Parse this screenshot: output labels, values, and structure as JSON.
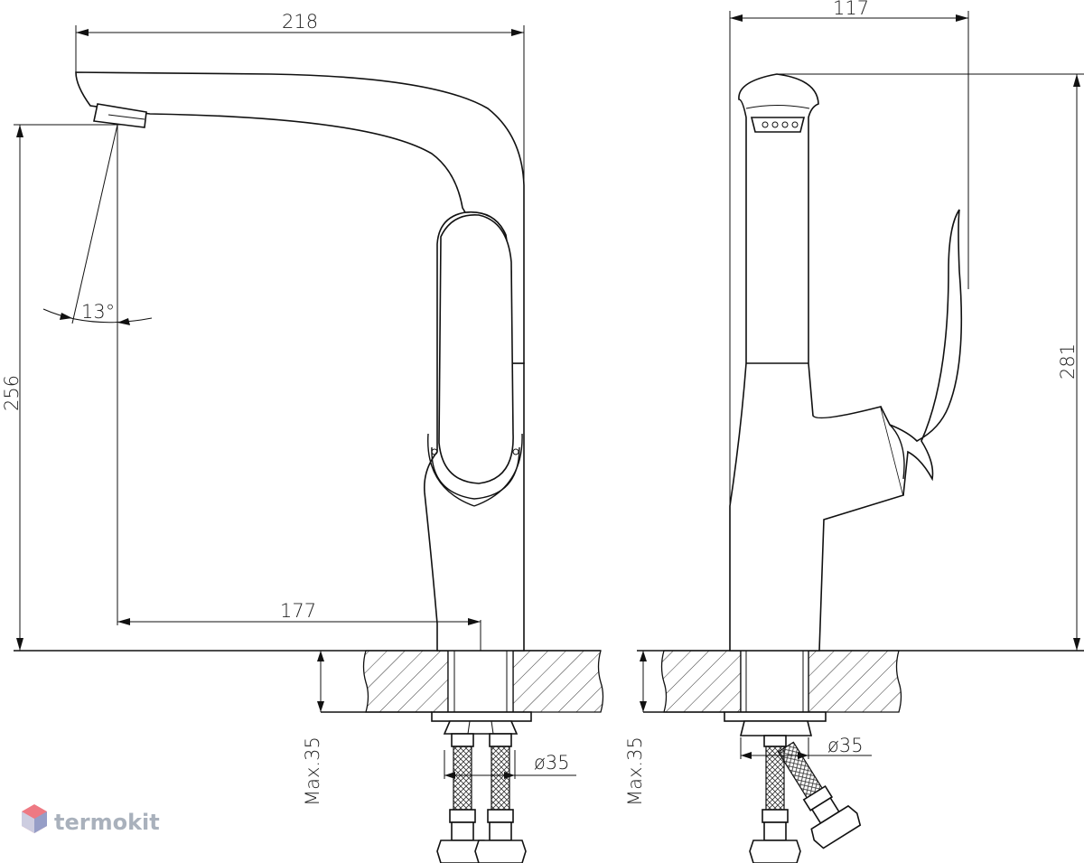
{
  "dimensions": {
    "width_front": "218",
    "width_side": "117",
    "height_spout": "256",
    "height_total": "281",
    "reach": "177",
    "angle": "13°",
    "max_thickness_left": "Max.35",
    "max_thickness_right": "Max.35",
    "hole_diameter_left": "ø35",
    "hole_diameter_right": "ø35"
  },
  "logo": {
    "text": "termokit",
    "icon": "cube-icon"
  },
  "colors": {
    "line": "#111111",
    "hatch": "#333333",
    "logo": "#a9b1bc",
    "logo_accent": "#e84c5a"
  }
}
